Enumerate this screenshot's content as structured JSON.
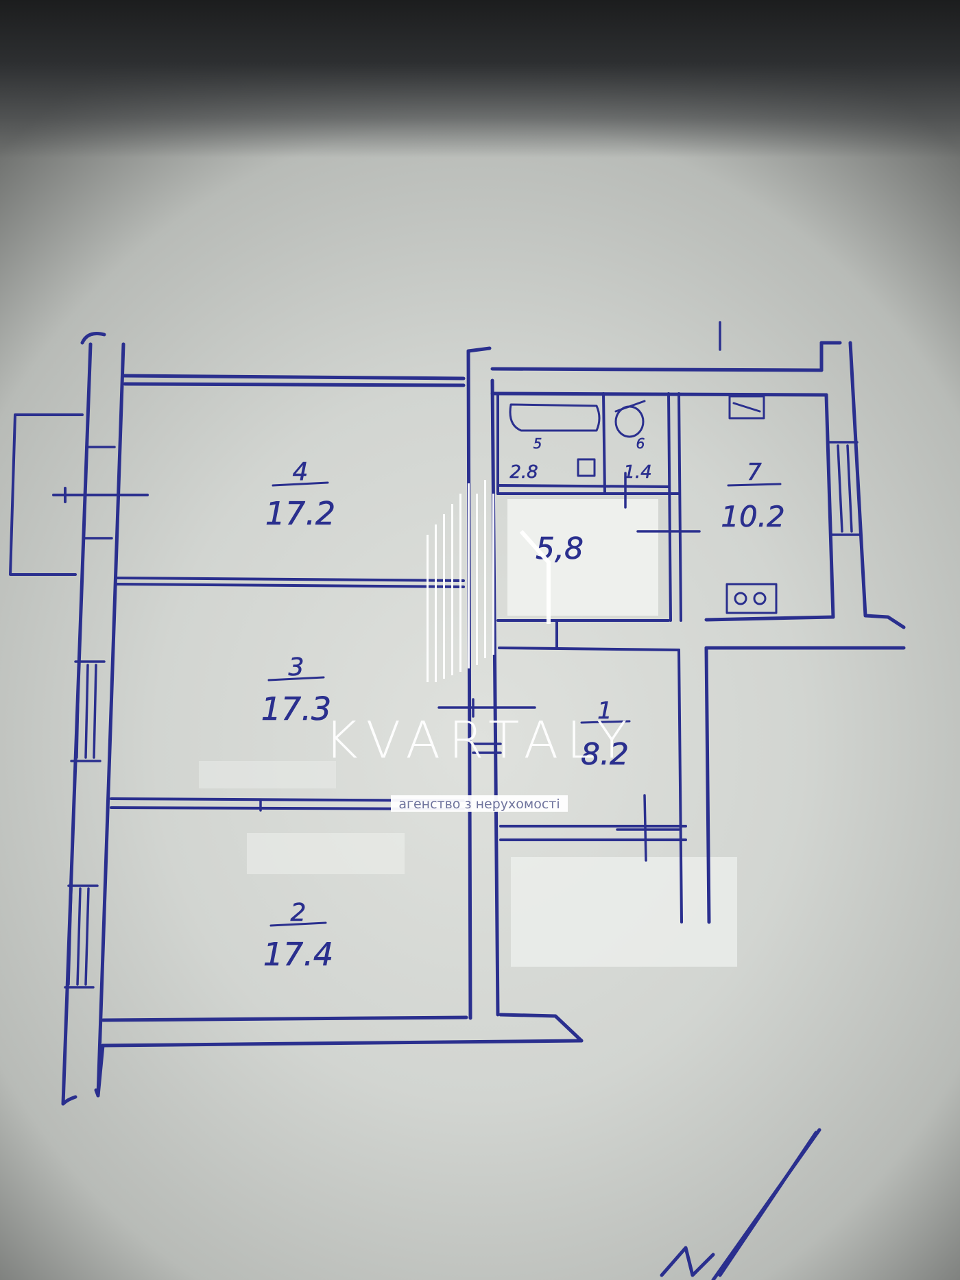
{
  "rooms": [
    {
      "id": "room-4",
      "number": "4",
      "area": "17.2"
    },
    {
      "id": "room-3",
      "number": "3",
      "area": "17.3"
    },
    {
      "id": "room-2",
      "number": "2",
      "area": "17.4"
    },
    {
      "id": "room-1",
      "number": "1",
      "area": "8.2"
    },
    {
      "id": "room-7",
      "number": "7",
      "area": "10.2"
    },
    {
      "id": "room-5",
      "number": "5",
      "area": "2.8"
    },
    {
      "id": "room-6",
      "number": "6",
      "area": "1.4"
    },
    {
      "id": "room-hall",
      "number": "",
      "area": "5,8"
    }
  ],
  "watermark": {
    "brand": "KVARTALY",
    "tagline": "агенство з нерухомості"
  },
  "colors": {
    "ink": "#2a2f8e",
    "paper": "#dfe1dd",
    "watermark": "#ffffff"
  }
}
